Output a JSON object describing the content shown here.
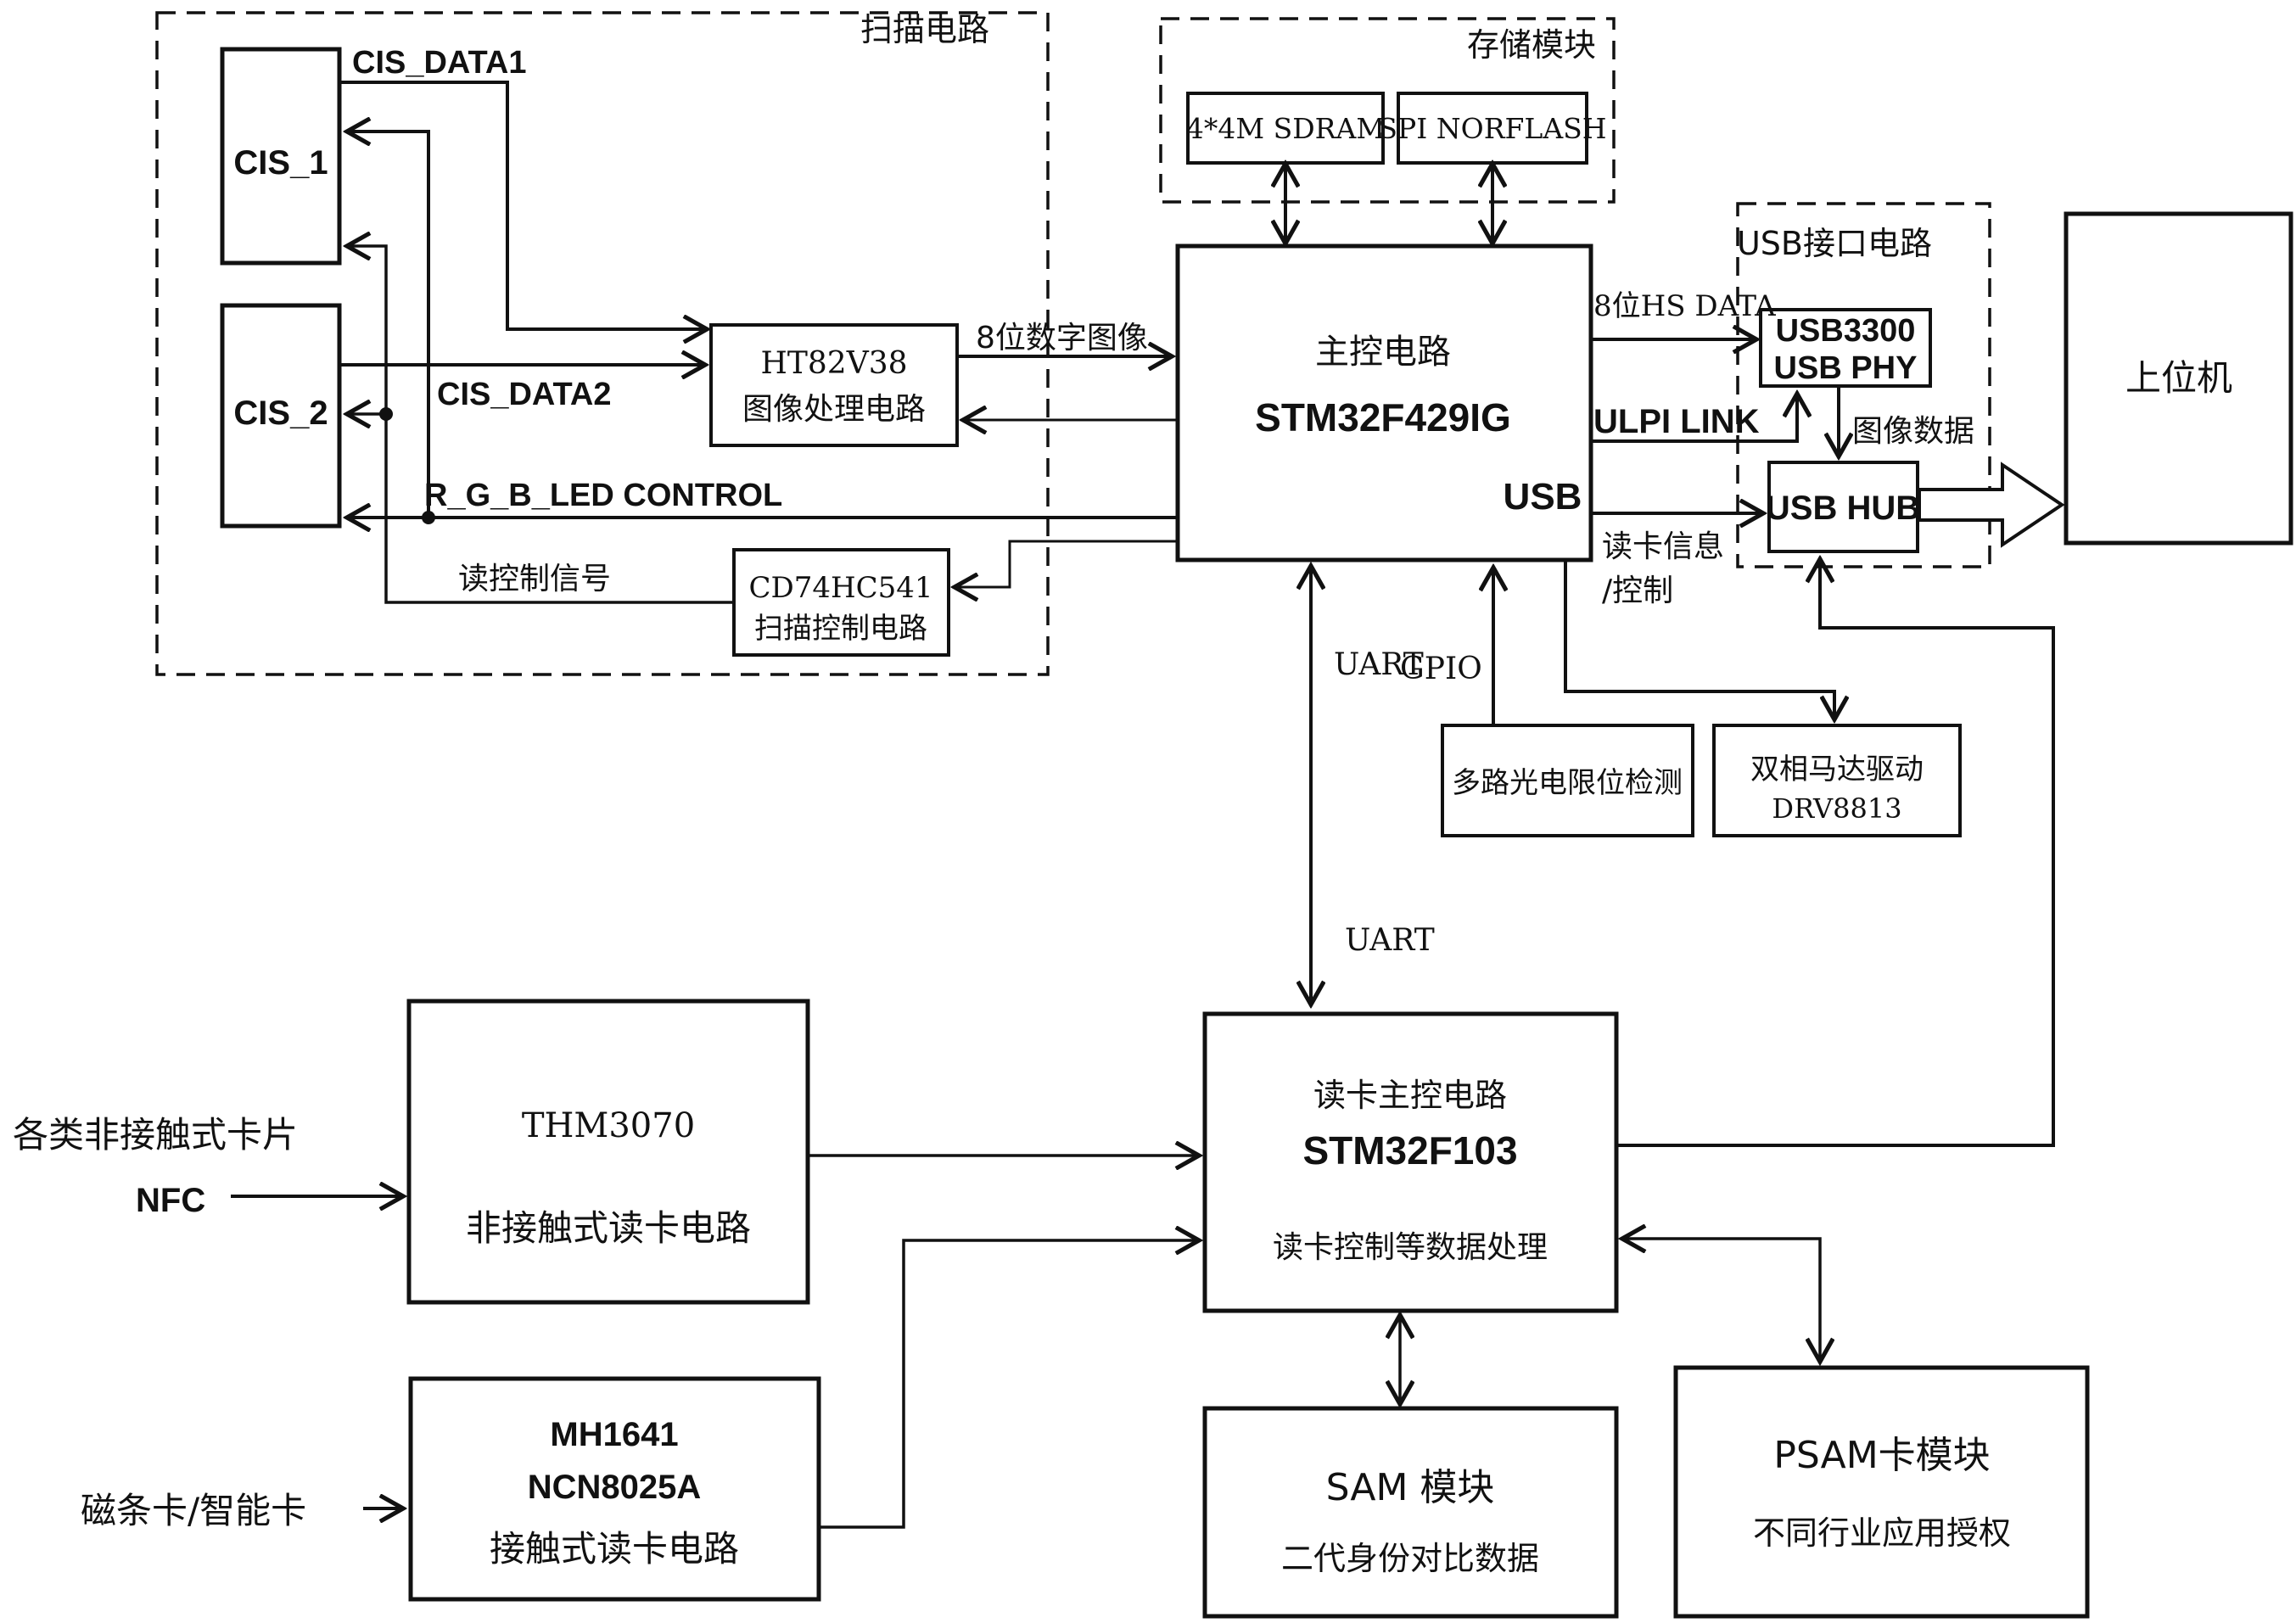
{
  "diagram": {
    "scan_module": {
      "title": "扫描电路",
      "cis1": "CIS_1",
      "cis2": "CIS_2",
      "ht82v38_line1": "HT82V38",
      "ht82v38_line2": "图像处理电路",
      "cd74hc541_line1": "CD74HC541",
      "cd74hc541_line2": "扫描控制电路",
      "cis_data1": "CIS_DATA1",
      "cis_data2": "CIS_DATA2",
      "rgb_led_control": "R_G_B_LED CONTROL",
      "read_control_signal": "读控制信号",
      "digital_image_8bit": "8位数字图像"
    },
    "storage_module": {
      "title": "存储模块",
      "sdram": "4*4M SDRAM",
      "norflash": "SPI NORFLASH"
    },
    "main_control": {
      "line1": "主控电路",
      "line2": "STM32F429IG",
      "usb_pin": "USB",
      "hs_data": "8位HS DATA",
      "ulpi_link": "ULPI LINK",
      "card_info_line1": "读卡信息",
      "card_info_line2": "/控制",
      "uart_top": "UART",
      "uart_bottom": "UART",
      "gpio": "GPIO"
    },
    "usb_module": {
      "title": "USB接口电路",
      "phy_line1": "USB3300",
      "phy_line2": "USB PHY",
      "hub": "USB HUB",
      "image_data": "图像数据"
    },
    "host": {
      "label": "上位机"
    },
    "peripherals": {
      "photo_detect": "多路光电限位检测",
      "motor_line1": "双相马达驱动",
      "motor_line2": "DRV8813"
    },
    "card_reader": {
      "line1": "读卡主控电路",
      "line2": "STM32F103",
      "line3": "读卡控制等数据处理"
    },
    "contactless_reader": {
      "line1": "THM3070",
      "line2": "非接触式读卡电路",
      "input_line1": "各类非接触式卡片",
      "input_line2": "NFC"
    },
    "contact_reader": {
      "line1": "MH1641",
      "line2": "NCN8025A",
      "line3": "接触式读卡电路",
      "input": "磁条卡/智能卡"
    },
    "sam_module": {
      "line1": "SAM 模块",
      "line2": "二代身份对比数据"
    },
    "psam_module": {
      "line1": "PSAM卡模块",
      "line2": "不同行业应用授权"
    }
  }
}
